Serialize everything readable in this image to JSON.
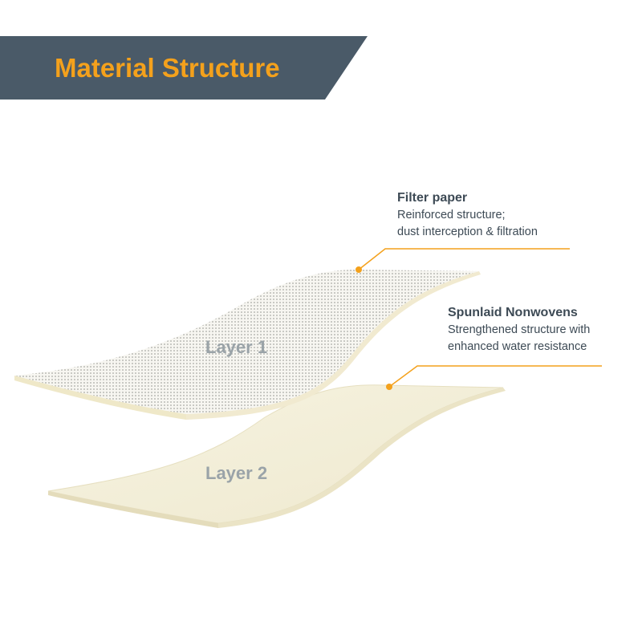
{
  "banner": {
    "title": "Material Structure",
    "bg_color": "#4a5a68",
    "title_color": "#f4a11c"
  },
  "layers": [
    {
      "label": "Layer 1",
      "name": "Filter paper",
      "description_lines": [
        "Reinforced structure;",
        "dust interception & filtration"
      ]
    },
    {
      "label": "Layer 2",
      "name": "Spunlaid Nonwovens",
      "description_lines": [
        "Strengthened structure with",
        "enhanced water resistance"
      ]
    }
  ],
  "colors": {
    "accent": "#f4a11c",
    "text": "#3d4a55",
    "layer_fill": "#f3efda",
    "layer_label": "#9aa3a8"
  }
}
